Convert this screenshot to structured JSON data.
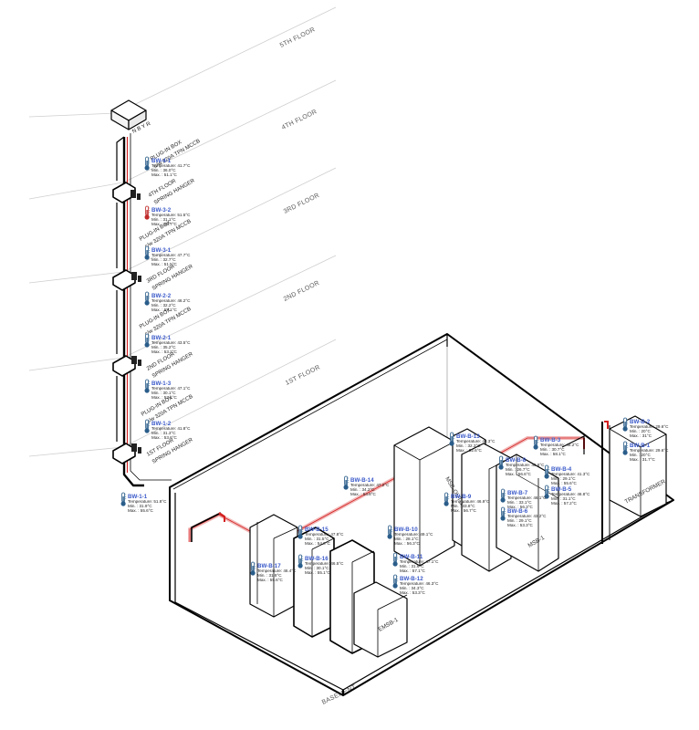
{
  "floors": [
    "5TH FLOOR",
    "4TH FLOOR",
    "3RD FLOOR",
    "2ND FLOOR",
    "1ST FLOOR",
    "BASEMENT"
  ],
  "riser": {
    "top_box_label": "N B Y R",
    "plug_in_notes": [
      {
        "line1": "PLUG-IN BOX",
        "line2": "c/w 320A TPN MCCB"
      },
      {
        "line1": "PLUG-IN BOX",
        "line2": "c/w 320A TPN MCCB"
      },
      {
        "line1": "PLUG-IN BOX",
        "line2": "c/w 320A TPN MCCB"
      },
      {
        "line1": "PLUG-IN BOX",
        "line2": "c/w 320A TPN MCCB"
      }
    ],
    "hanger_notes": [
      {
        "line1": "4TH FLOOR",
        "line2": "SPRING HANGER"
      },
      {
        "line1": "3RD FLOOR",
        "line2": "SPRING HANGER"
      },
      {
        "line1": "2ND FLOOR",
        "line2": "SPRING HANGER"
      },
      {
        "line1": "1ST FLOOR",
        "line2": "SPRING HANGER"
      }
    ]
  },
  "panels": {
    "msb": "MSB-1",
    "msb_out": "MSB-OUT-1",
    "emsb": "EMSB-1",
    "transformer": "TRANSFORMER"
  },
  "sensors": [
    {
      "id": "BW-4-1",
      "temp": "Temperature: 41.7°C",
      "min": "Min. : 36.0°C",
      "max": "Max. : 51.1°C",
      "alert": false
    },
    {
      "id": "BW-3-2",
      "temp": "Temperature: 51.5°C",
      "min": "Min. : 31.1°C",
      "max": "Max. : 55.7°C",
      "alert": true
    },
    {
      "id": "BW-3-1",
      "temp": "Temperature: 47.7°C",
      "min": "Min. : 32.7°C",
      "max": "Max. : 51.5°C",
      "alert": false
    },
    {
      "id": "BW-2-2",
      "temp": "Temperature: 46.2°C",
      "min": "Min. : 32.2°C",
      "max": "Max. : 57.1°C",
      "alert": false
    },
    {
      "id": "BW-2-1",
      "temp": "Temperature: 43.5°C",
      "min": "Min. : 35.2°C",
      "max": "Max. : 53.2°C",
      "alert": false
    },
    {
      "id": "BW-1-3",
      "temp": "Temperature: 47.1°C",
      "min": "Min. : 30.1°C",
      "max": "Max. : 53.1°C",
      "alert": false
    },
    {
      "id": "BW-1-2",
      "temp": "Temperature: 41.8°C",
      "min": "Min. : 31.3°C",
      "max": "Max. : 53.6°C",
      "alert": false
    },
    {
      "id": "BW-1-1",
      "temp": "Temperature: 51.8°C",
      "min": "Min. : 31.9°C",
      "max": "Max. : 55.6°C",
      "alert": false
    },
    {
      "id": "BW-B-13",
      "temp": "Temperature: 48.3°C",
      "min": "Min. : 32.3°C",
      "max": "Max. : 52.6°C",
      "alert": false
    },
    {
      "id": "BW-B-14",
      "temp": "Temperature: 47.2°C",
      "min": "Min. : 34.2°C",
      "max": "Max. : 54.8°C",
      "alert": false
    },
    {
      "id": "BW-B-3",
      "temp": "Temperature: 48.2°C",
      "min": "Min. : 30.7°C",
      "max": "Max. : 58.1°C",
      "alert": false
    },
    {
      "id": "BW-B-8",
      "temp": "Temperature: 45.6°C",
      "min": "Min. : 26.7°C",
      "max": "Max. : 56.6°C",
      "alert": false
    },
    {
      "id": "BW-B-4",
      "temp": "Temperature: 41.3°C",
      "min": "Min. : 29.1°C",
      "max": "Max. : 55.6°C",
      "alert": false
    },
    {
      "id": "BW-B-5",
      "temp": "Temperature: 46.8°C",
      "min": "Min. : 31.1°C",
      "max": "Max. : 57.2°C",
      "alert": false
    },
    {
      "id": "BW-B-9",
      "temp": "Temperature: 46.9°C",
      "min": "Min. : 33.8°C",
      "max": "Max. : 56.7°C",
      "alert": false
    },
    {
      "id": "BW-B-7",
      "temp": "Temperature: 46.1°C",
      "min": "Min. : 33.1°C",
      "max": "Max. : 56.3°C",
      "alert": false
    },
    {
      "id": "BW-B-6",
      "temp": "Temperature: 43.2°C",
      "min": "Min. : 29.1°C",
      "max": "Max. : 53.3°C",
      "alert": false
    },
    {
      "id": "BW-B-15",
      "temp": "Temperature: 47.8°C",
      "min": "Min. : 31.5°C",
      "max": "Max. : 54.0°C",
      "alert": false
    },
    {
      "id": "BW-B-10",
      "temp": "Temperature: 49.1°C",
      "min": "Min. : 28.1°C",
      "max": "Max. : 56.3°C",
      "alert": false
    },
    {
      "id": "BW-B-17",
      "temp": "Temperature: 46.4°C",
      "min": "Min. : 31.8°C",
      "max": "Max. : 55.6°C",
      "alert": false
    },
    {
      "id": "BW-B-16",
      "temp": "Temperature: 46.5°C",
      "min": "Min. : 30.1°C",
      "max": "Max. : 55.1°C",
      "alert": false
    },
    {
      "id": "BW-B-11",
      "temp": "Temperature: 47.1°C",
      "min": "Min. : 31.6°C",
      "max": "Max. : 57.1°C",
      "alert": false
    },
    {
      "id": "BW-B-12",
      "temp": "Temperature: 46.3°C",
      "min": "Min. : 34.3°C",
      "max": "Max. : 53.3°C",
      "alert": false
    },
    {
      "id": "BW-B-2",
      "temp": "Temperature: 29.6°C",
      "min": "Min. : 20°C",
      "max": "Max. : 31°C",
      "alert": false
    },
    {
      "id": "BW-B-1",
      "temp": "Temperature: 29.6°C",
      "min": "Min. : 20°C",
      "max": "Max. : 31.7°C",
      "alert": false
    }
  ],
  "colors": {
    "line": "#000000",
    "guide": "#cfcfcf",
    "busbar_hot": "#d42020",
    "busbar_soft": "#f2b8b8",
    "sensor_label": "#3a59c9",
    "thermo_ok": "#2a5d8a",
    "thermo_alert": "#c02a2a"
  }
}
